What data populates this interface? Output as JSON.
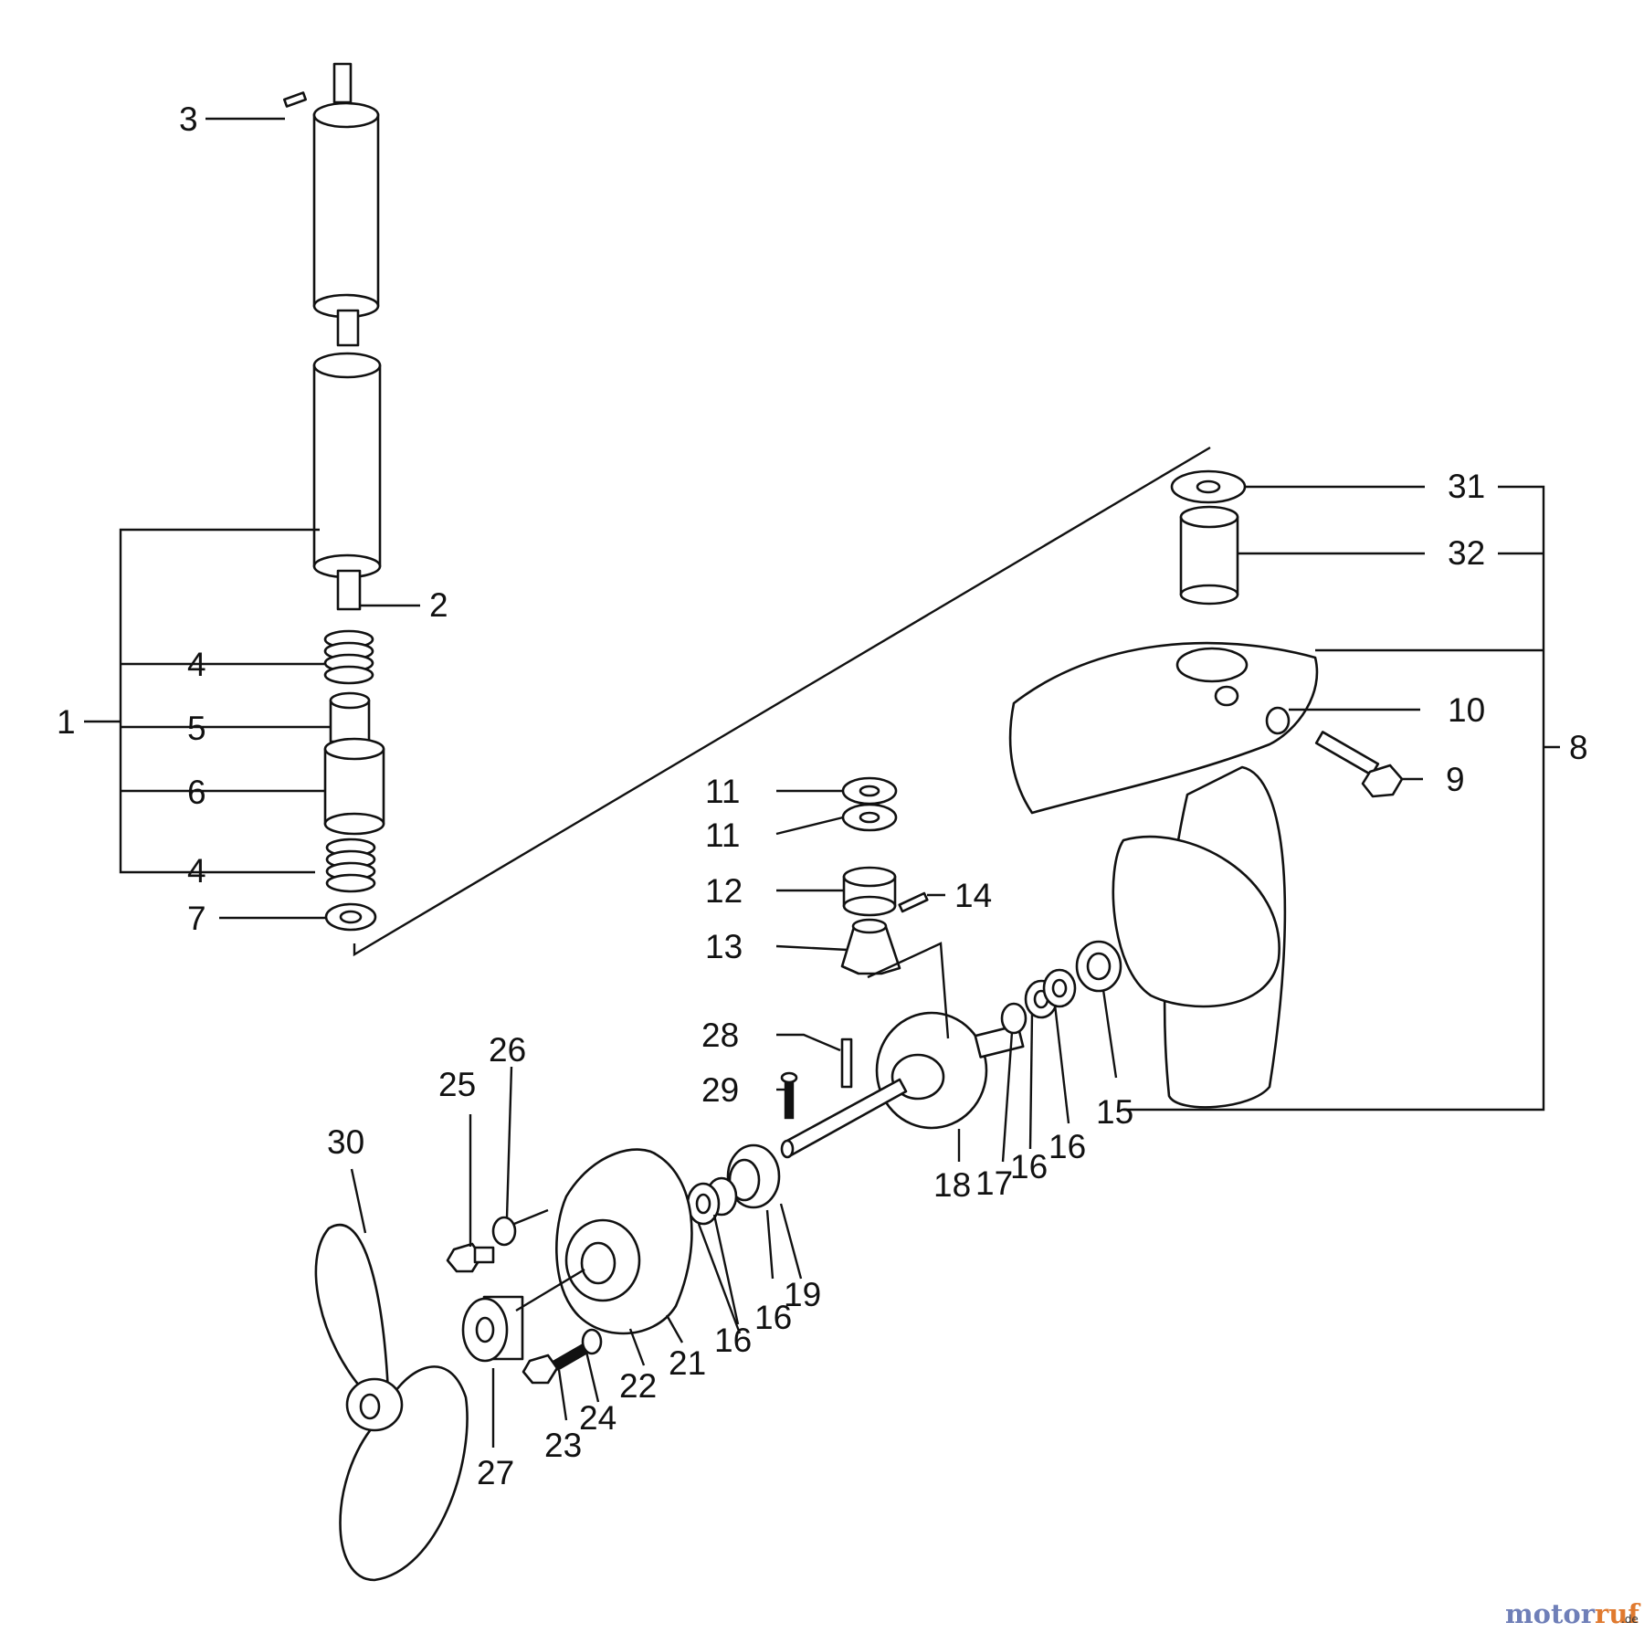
{
  "callouts": [
    {
      "id": "c1",
      "label": "1"
    },
    {
      "id": "c2",
      "label": "2"
    },
    {
      "id": "c3",
      "label": "3"
    },
    {
      "id": "c4a",
      "label": "4"
    },
    {
      "id": "c4b",
      "label": "4"
    },
    {
      "id": "c5",
      "label": "5"
    },
    {
      "id": "c6",
      "label": "6"
    },
    {
      "id": "c7",
      "label": "7"
    },
    {
      "id": "c8",
      "label": "8"
    },
    {
      "id": "c9",
      "label": "9"
    },
    {
      "id": "c10",
      "label": "10"
    },
    {
      "id": "c11a",
      "label": "11"
    },
    {
      "id": "c11b",
      "label": "11"
    },
    {
      "id": "c12",
      "label": "12"
    },
    {
      "id": "c13",
      "label": "13"
    },
    {
      "id": "c14",
      "label": "14"
    },
    {
      "id": "c15",
      "label": "15"
    },
    {
      "id": "c16a",
      "label": "16"
    },
    {
      "id": "c16b",
      "label": "16"
    },
    {
      "id": "c16c",
      "label": "16"
    },
    {
      "id": "c16d",
      "label": "16"
    },
    {
      "id": "c17",
      "label": "17"
    },
    {
      "id": "c18",
      "label": "18"
    },
    {
      "id": "c19",
      "label": "19"
    },
    {
      "id": "c21",
      "label": "21"
    },
    {
      "id": "c22",
      "label": "22"
    },
    {
      "id": "c23",
      "label": "23"
    },
    {
      "id": "c24",
      "label": "24"
    },
    {
      "id": "c25",
      "label": "25"
    },
    {
      "id": "c26",
      "label": "26"
    },
    {
      "id": "c27",
      "label": "27"
    },
    {
      "id": "c28",
      "label": "28"
    },
    {
      "id": "c29",
      "label": "29"
    },
    {
      "id": "c30",
      "label": "30"
    },
    {
      "id": "c31",
      "label": "31"
    },
    {
      "id": "c32",
      "label": "32"
    }
  ],
  "watermark": {
    "brand_a": "motor",
    "brand_b": "uf",
    "brand_r": "r",
    "suffix": ".de",
    "color_a": "#6f7fb8",
    "color_b": "#e07a2f"
  }
}
